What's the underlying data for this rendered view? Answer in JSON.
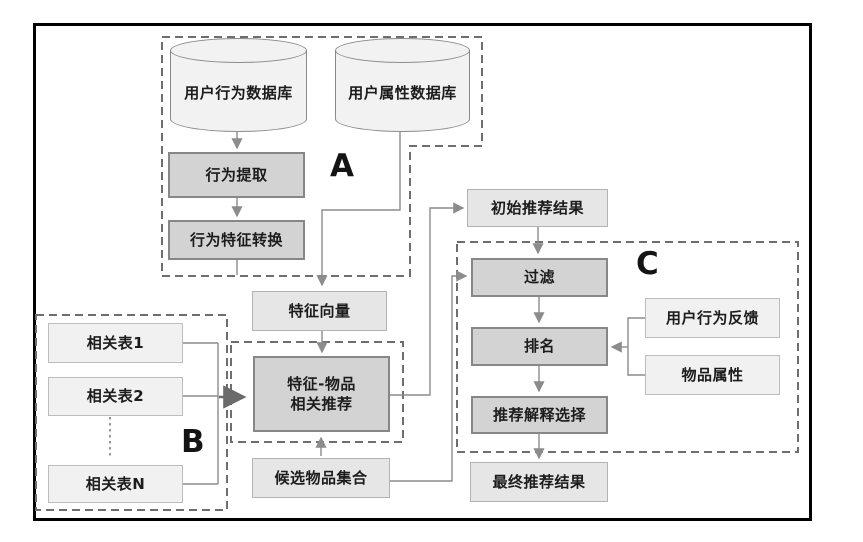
{
  "figure": {
    "type": "flowchart",
    "description": "recommendation-pipeline-diagram"
  },
  "groups": {
    "a": {
      "label": "A"
    },
    "b": {
      "label": "B"
    },
    "c": {
      "label": "C"
    }
  },
  "dbs": {
    "user_behavior": {
      "label": "用户行为数据库"
    },
    "user_attribute": {
      "label": "用户属性数据库"
    }
  },
  "nodes": {
    "behavior_extraction": {
      "label": "行为提取"
    },
    "behavior_feature_conversion": {
      "label": "行为特征转换"
    },
    "feature_vector": {
      "label": "特征向量"
    },
    "initial_results": {
      "label": "初始推荐结果"
    },
    "filter": {
      "label": "过滤"
    },
    "ranking": {
      "label": "排名"
    },
    "explanation_selection": {
      "label": "推荐解释选择"
    },
    "final_results": {
      "label": "最终推荐结果"
    },
    "user_behavior_feedback": {
      "label": "用户行为反馈"
    },
    "item_attributes": {
      "label": "物品属性"
    },
    "related_table_1": {
      "label": "相关表1"
    },
    "related_table_2": {
      "label": "相关表2"
    },
    "related_table_n": {
      "label": "相关表N"
    },
    "feature_item": {
      "line1": "特征-物品",
      "line2": "相关推荐"
    },
    "candidate_items": {
      "label": "候选物品集合"
    }
  },
  "colors": {
    "dark_fill": "#d3d3d3",
    "mid_fill": "#e6e6e6",
    "light_fill": "#f1f1f1",
    "dark_border": "#878787",
    "mid_border": "#b3b3b3",
    "wire": "#8c8c8c",
    "dash": "#6e6e6e",
    "frame": "#000000"
  }
}
